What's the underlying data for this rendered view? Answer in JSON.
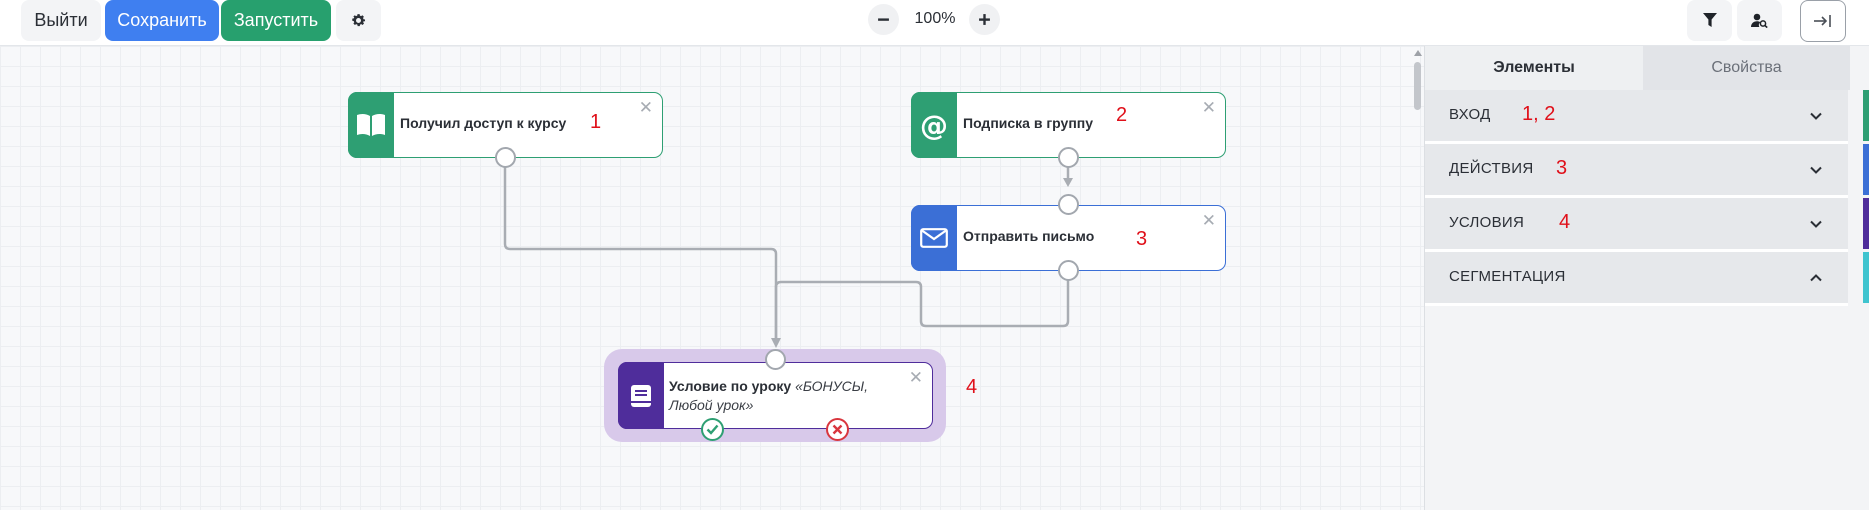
{
  "toolbar": {
    "exit_label": "Выйти",
    "save_label": "Сохранить",
    "run_label": "Запустить",
    "zoom_level": "100%"
  },
  "canvas": {
    "nodes": [
      {
        "label": "Получил доступ к курсу",
        "icon": "book-open-icon",
        "color": "#2e9f73"
      },
      {
        "label": "Подписка в группу",
        "icon": "at-sign-icon",
        "color": "#2e9f73"
      },
      {
        "label": "Отправить письмо",
        "icon": "envelope-icon",
        "color": "#3b6fd6"
      }
    ],
    "condition": {
      "title": "Условие по уроку",
      "detail": "«БОНУСЫ, Любой урок»",
      "icon": "lesson-book-icon",
      "color": "#4f2d9b"
    },
    "annotations": [
      "1",
      "2",
      "3",
      "4"
    ]
  },
  "panel": {
    "tabs": [
      "Элементы",
      "Свойства"
    ],
    "sections": [
      {
        "label": "ВХОД",
        "note": "1, 2",
        "stripe": "#2e9f73"
      },
      {
        "label": "ДЕЙСТВИЯ",
        "note": "3",
        "stripe": "#3b6fd6"
      },
      {
        "label": "УСЛОВИЯ",
        "note": "4",
        "stripe": "#4f2d9b"
      },
      {
        "label": "СЕГМЕНТАЦИЯ",
        "note": "",
        "stripe": "#3fc4cf"
      }
    ]
  },
  "colors": {
    "primary": "#3f7ff0",
    "success": "#27a06e",
    "annotation": "#e0101a"
  }
}
